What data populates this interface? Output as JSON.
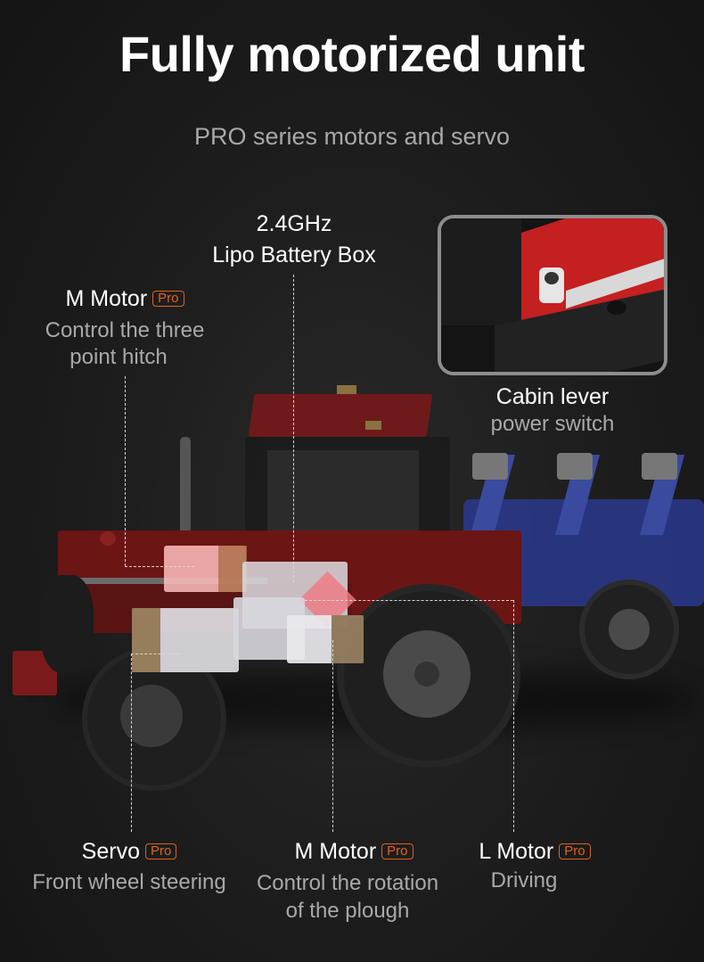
{
  "header": {
    "title": "Fully motorized unit",
    "subtitle": "PRO series motors and servo"
  },
  "badge_label": "Pro",
  "colors": {
    "background": "#1e1e1e",
    "title": "#ffffff",
    "description": "#a9a9a9",
    "badge": "#e0621a",
    "tractor_red": "#7a1a1a",
    "plough_blue": "#2a3f9a"
  },
  "callouts": {
    "battery": {
      "line1": "2.4GHz",
      "line2": "Lipo Battery Box"
    },
    "hitch_motor": {
      "label": "M Motor",
      "badge": "Pro",
      "desc_line1": "Control the three",
      "desc_line2": "point hitch"
    },
    "cabin": {
      "label": "Cabin lever",
      "desc": "power switch"
    },
    "servo": {
      "label": "Servo",
      "badge": "Pro",
      "desc": "Front wheel steering"
    },
    "plough_motor": {
      "label": "M Motor",
      "badge": "Pro",
      "desc_line1": "Control the rotation",
      "desc_line2": "of the plough"
    },
    "drive_motor": {
      "label": "L Motor",
      "badge": "Pro",
      "desc": "Driving"
    }
  },
  "images": {
    "inset": "close-up of cabin lever power switch on red tractor body",
    "main": "red toy-brick tractor with blue three-furrow plough, motors highlighted"
  }
}
